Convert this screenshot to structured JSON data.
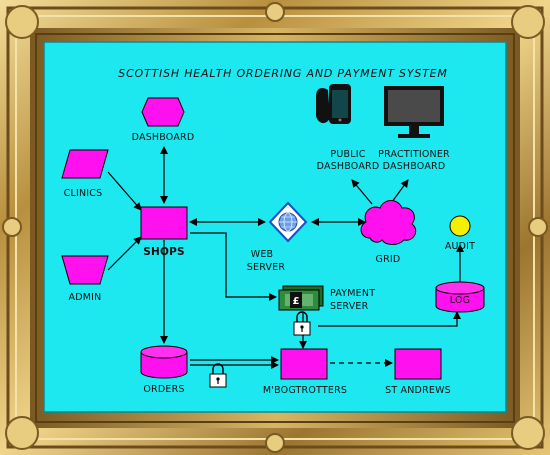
{
  "diagram": {
    "title": "SCOTTISH HEALTH ORDERING AND PAYMENT SYSTEM",
    "nodes": {
      "dashboard": "DASHBOARD",
      "clinics": "CLINICS",
      "admin": "ADMIN",
      "shops": "SHOPS",
      "web_server_line1": "WEB",
      "web_server_line2": "SERVER",
      "grid": "GRID",
      "public_dashboard_line1": "PUBLIC",
      "public_dashboard_line2": "DASHBOARD",
      "practitioner_dashboard_line1": "PRACTITIONER",
      "practitioner_dashboard_line2": "DASHBOARD",
      "audit": "AUDIT",
      "log": "LOG",
      "payment_server_line1": "PAYMENT",
      "payment_server_line2": "SERVER",
      "orders": "ORDERS",
      "mbogtrotters": "M'BOGTROTTERS",
      "st_andrews": "ST ANDREWS"
    },
    "colors": {
      "background": "#1de8ef",
      "node_fill": "#ff10ee",
      "audit_fill": "#f4f000",
      "frame_gold": "#c9a85a"
    },
    "icons": [
      "smartphone-icon",
      "monitor-icon",
      "globe-icon",
      "cloud-icon",
      "banknote-icon",
      "padlock-icon"
    ]
  }
}
